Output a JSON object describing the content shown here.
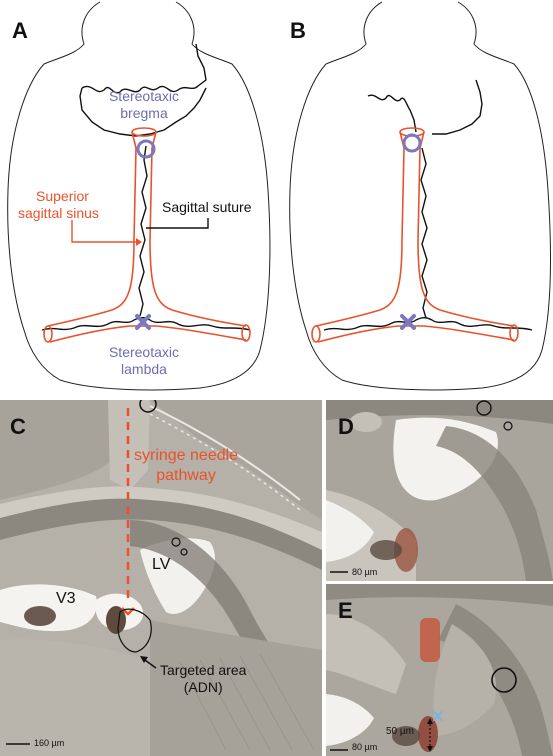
{
  "panels": {
    "a": {
      "letter": "A"
    },
    "b": {
      "letter": "B"
    },
    "c": {
      "letter": "C"
    },
    "d": {
      "letter": "D"
    },
    "e": {
      "letter": "E"
    }
  },
  "labels": {
    "bregma_line1": "Stereotaxic",
    "bregma_line2": "bregma",
    "sinus_line1": "Superior",
    "sinus_line2": "sagittal sinus",
    "suture": "Sagittal suture",
    "lambda_line1": "Stereotaxic",
    "lambda_line2": "lambda",
    "needle_line1": "syringe needle",
    "needle_line2": "pathway",
    "lv": "LV",
    "v3": "V3",
    "target_line1": "Targeted area",
    "target_line2": "(ADN)",
    "depth": "50 µm"
  },
  "scale_bars": {
    "c": "160 µm",
    "d": "80 µm",
    "e": "80 µm"
  },
  "colors": {
    "sinus": "#e8532c",
    "landmark": "#7b78c0",
    "outline": "#222222",
    "tissue": "#b8b3ab",
    "white_matter": "#e6e3dc",
    "stain": "#b8402e",
    "marker_cross": "#7fb0e0"
  }
}
